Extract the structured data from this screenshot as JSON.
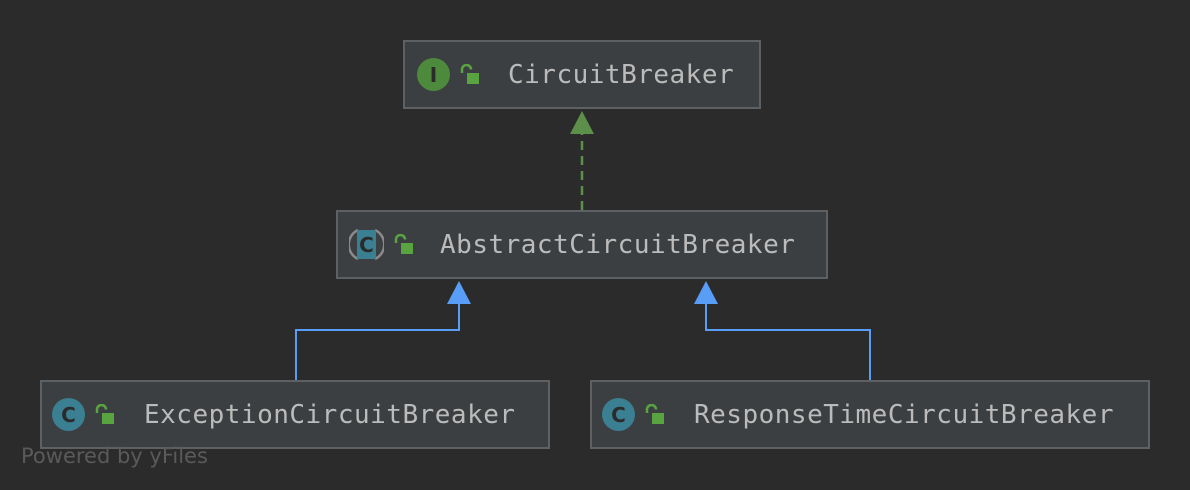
{
  "diagram": {
    "nodes": [
      {
        "id": "circuit-breaker",
        "kind": "interface",
        "kind_letter": "I",
        "visibility": "public",
        "label": "CircuitBreaker"
      },
      {
        "id": "abstract-circuit-breaker",
        "kind": "abstract-class",
        "kind_letter": "C",
        "visibility": "public",
        "label": "AbstractCircuitBreaker"
      },
      {
        "id": "exception-circuit-breaker",
        "kind": "class",
        "kind_letter": "C",
        "visibility": "public",
        "label": "ExceptionCircuitBreaker"
      },
      {
        "id": "response-time-circuit-breaker",
        "kind": "class",
        "kind_letter": "C",
        "visibility": "public",
        "label": "ResponseTimeCircuitBreaker"
      }
    ],
    "edges": [
      {
        "from": "abstract-circuit-breaker",
        "to": "circuit-breaker",
        "relation": "implements",
        "style": "dashed"
      },
      {
        "from": "exception-circuit-breaker",
        "to": "abstract-circuit-breaker",
        "relation": "extends",
        "style": "solid"
      },
      {
        "from": "response-time-circuit-breaker",
        "to": "abstract-circuit-breaker",
        "relation": "extends",
        "style": "solid"
      }
    ]
  },
  "colors": {
    "background": "#2b2b2b",
    "node_fill": "#3c3f41",
    "node_border": "#5e6163",
    "label_text": "#bbbbbb",
    "interface_icon": "#4e8a3b",
    "class_icon": "#3b7f93",
    "lock_icon": "#5aa341",
    "implements_edge": "#5c8f4a",
    "extends_edge": "#589df6"
  },
  "icons": {
    "interface": "interface-icon",
    "class": "class-icon",
    "abstract-class": "abstract-class-icon",
    "visibility": "unlocked-padlock-icon"
  },
  "watermark": "Powered by yFiles"
}
